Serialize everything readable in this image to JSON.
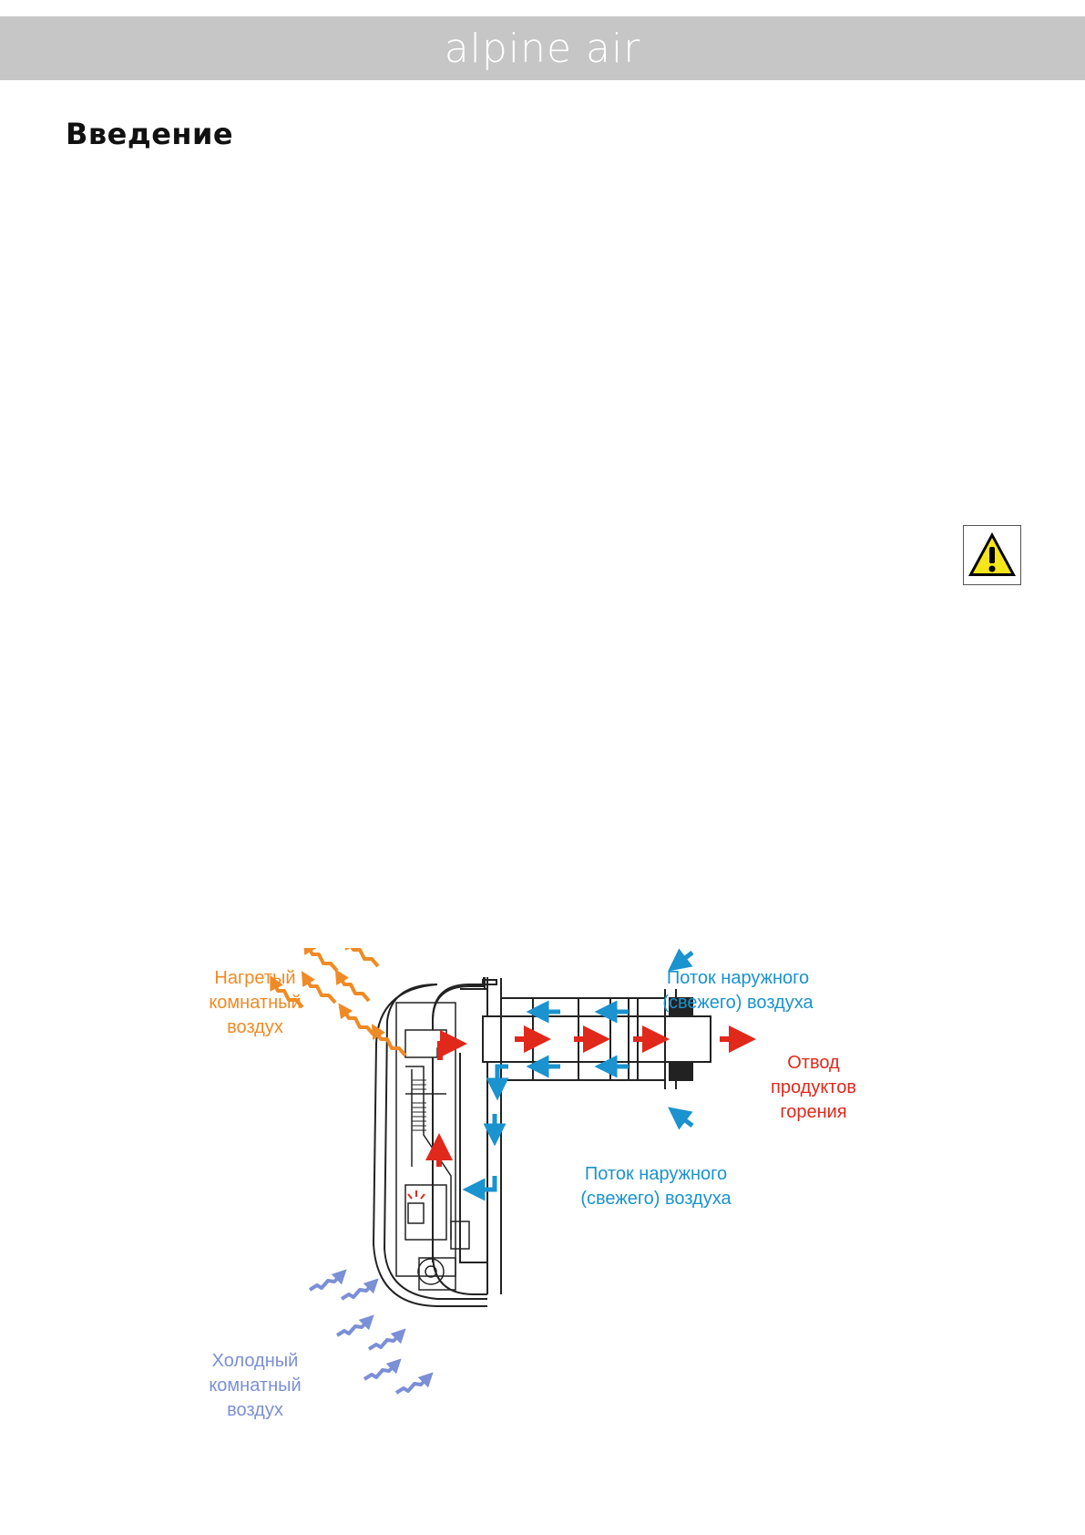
{
  "header": {
    "brand": "alpine air"
  },
  "section": {
    "title": "Введение"
  },
  "icons": {
    "warning": "warning-triangle-icon"
  },
  "colors": {
    "header_bg": "#c6c6c6",
    "warm_air": "#f08a24",
    "cold_air": "#7b8fd6",
    "fresh_air": "#1a93cf",
    "exhaust": "#e0281b"
  },
  "diagram": {
    "warm_air_label": [
      "Нагретый",
      "комнатный",
      "воздух"
    ],
    "cold_air_label": [
      "Холодный",
      "комнатный",
      "воздух"
    ],
    "fresh_air_top_label": [
      "Поток наружного",
      "(свежего) воздуха"
    ],
    "fresh_air_bottom_label": [
      "Поток наружного",
      "(свежего) воздуха"
    ],
    "exhaust_label": [
      "Отвод",
      "продуктов",
      "горения"
    ]
  }
}
